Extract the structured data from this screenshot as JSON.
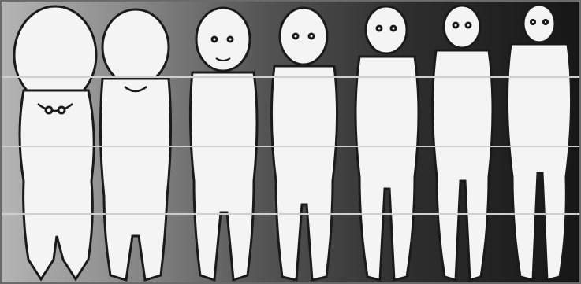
{
  "image": {
    "description_kind": "grayscale illustration",
    "palette": {
      "background_light": "#8c8c8c",
      "background_mid": "#4a4a4a",
      "background_dark": "#1c1c1c",
      "figure_fill": "#f4f4f4",
      "outline": "#1a1a1a",
      "grid_line": "#cfcfcf"
    }
  },
  "figures": [
    {
      "id": "fetus-2-months"
    },
    {
      "id": "fetus-5-months"
    },
    {
      "id": "newborn"
    },
    {
      "id": "age-2"
    },
    {
      "id": "age-6"
    },
    {
      "id": "age-12"
    },
    {
      "id": "age-25"
    }
  ]
}
